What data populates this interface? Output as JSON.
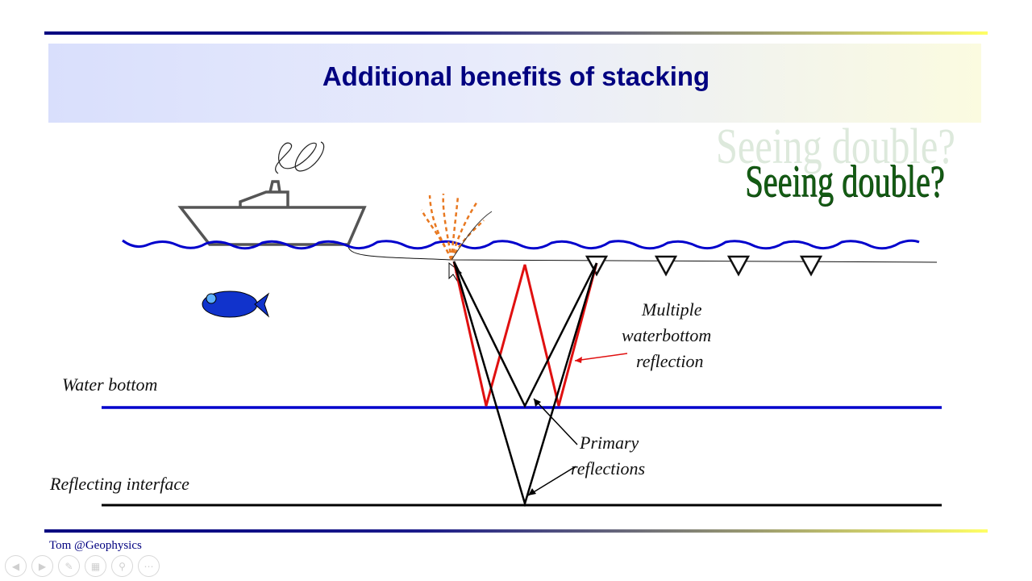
{
  "slide": {
    "title": "Additional benefits of stacking",
    "footer": "Tom @Geophysics",
    "headline_ghost": "Seeing double?",
    "headline_main": "Seeing double?"
  },
  "labels": {
    "water_bottom": "Water bottom",
    "reflecting_interface": "Reflecting interface",
    "multiple_line1": "Multiple",
    "multiple_line2": "waterbottom",
    "multiple_line3": "reflection",
    "primary_line1": "Primary",
    "primary_line2": "reflections"
  },
  "icons": {
    "boat": "ship-icon",
    "fish": "fish-icon",
    "source": "airgun-burst-icon",
    "receiver": "hydrophone-triangle-icon",
    "nav": [
      "prev-icon",
      "next-icon",
      "pen-icon",
      "slides-icon",
      "zoom-icon",
      "more-icon"
    ]
  },
  "colors": {
    "title": "#000080",
    "water": "#0000cc",
    "multiple_ray": "#e01010",
    "primary_ray": "#000000",
    "burst": "#e87820",
    "headline": "#145c14",
    "fish": "#1133cc"
  }
}
